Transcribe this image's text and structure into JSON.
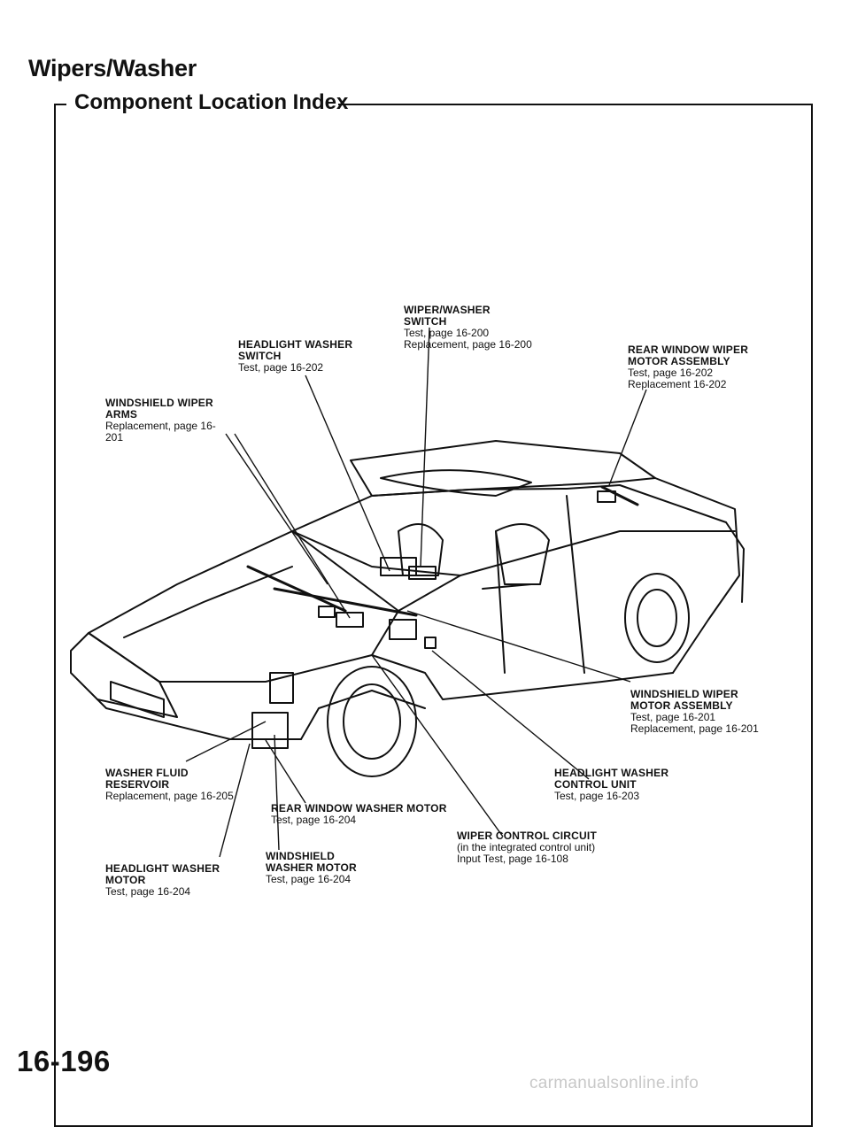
{
  "header": {
    "title": "Wipers/Washer",
    "subtitle": "Component Location Index"
  },
  "callouts": {
    "wiper_washer_switch": {
      "name": "WIPER/WASHER SWITCH",
      "line1": "Test, page 16-200",
      "line2": "Replacement, page 16-200"
    },
    "headlight_washer_switch": {
      "name": "HEADLIGHT WASHER SWITCH",
      "line1": "Test, page 16-202"
    },
    "rear_window_wiper_motor": {
      "name": "REAR WINDOW WIPER MOTOR ASSEMBLY",
      "line1": "Test, page 16-202",
      "line2": "Replacement 16-202"
    },
    "windshield_wiper_arms": {
      "name": "WINDSHIELD WIPER ARMS",
      "line1": "Replacement, page 16-201"
    },
    "windshield_wiper_motor": {
      "name": "WINDSHIELD WIPER MOTOR ASSEMBLY",
      "line1": "Test, page 16-201",
      "line2": "Replacement, page 16-201"
    },
    "washer_fluid_reservoir": {
      "name": "WASHER FLUID RESERVOIR",
      "line1": "Replacement, page 16-205"
    },
    "headlight_washer_control_unit": {
      "name": "HEADLIGHT WASHER CONTROL UNIT",
      "line1": "Test, page 16-203"
    },
    "rear_window_washer_motor": {
      "name": "REAR WINDOW WASHER MOTOR",
      "line1": "Test, page 16-204"
    },
    "wiper_control_circuit": {
      "name": "WIPER CONTROL CIRCUIT",
      "line1": "(in the integrated control unit)",
      "line2": "Input Test, page 16-108"
    },
    "windshield_washer_motor": {
      "name": "WINDSHIELD WASHER MOTOR",
      "line1": "Test, page 16-204"
    },
    "headlight_washer_motor": {
      "name": "HEADLIGHT WASHER MOTOR",
      "line1": "Test, page 16-204"
    }
  },
  "footer": {
    "page_number": "16-196",
    "watermark": "carmanualsonline.info"
  }
}
